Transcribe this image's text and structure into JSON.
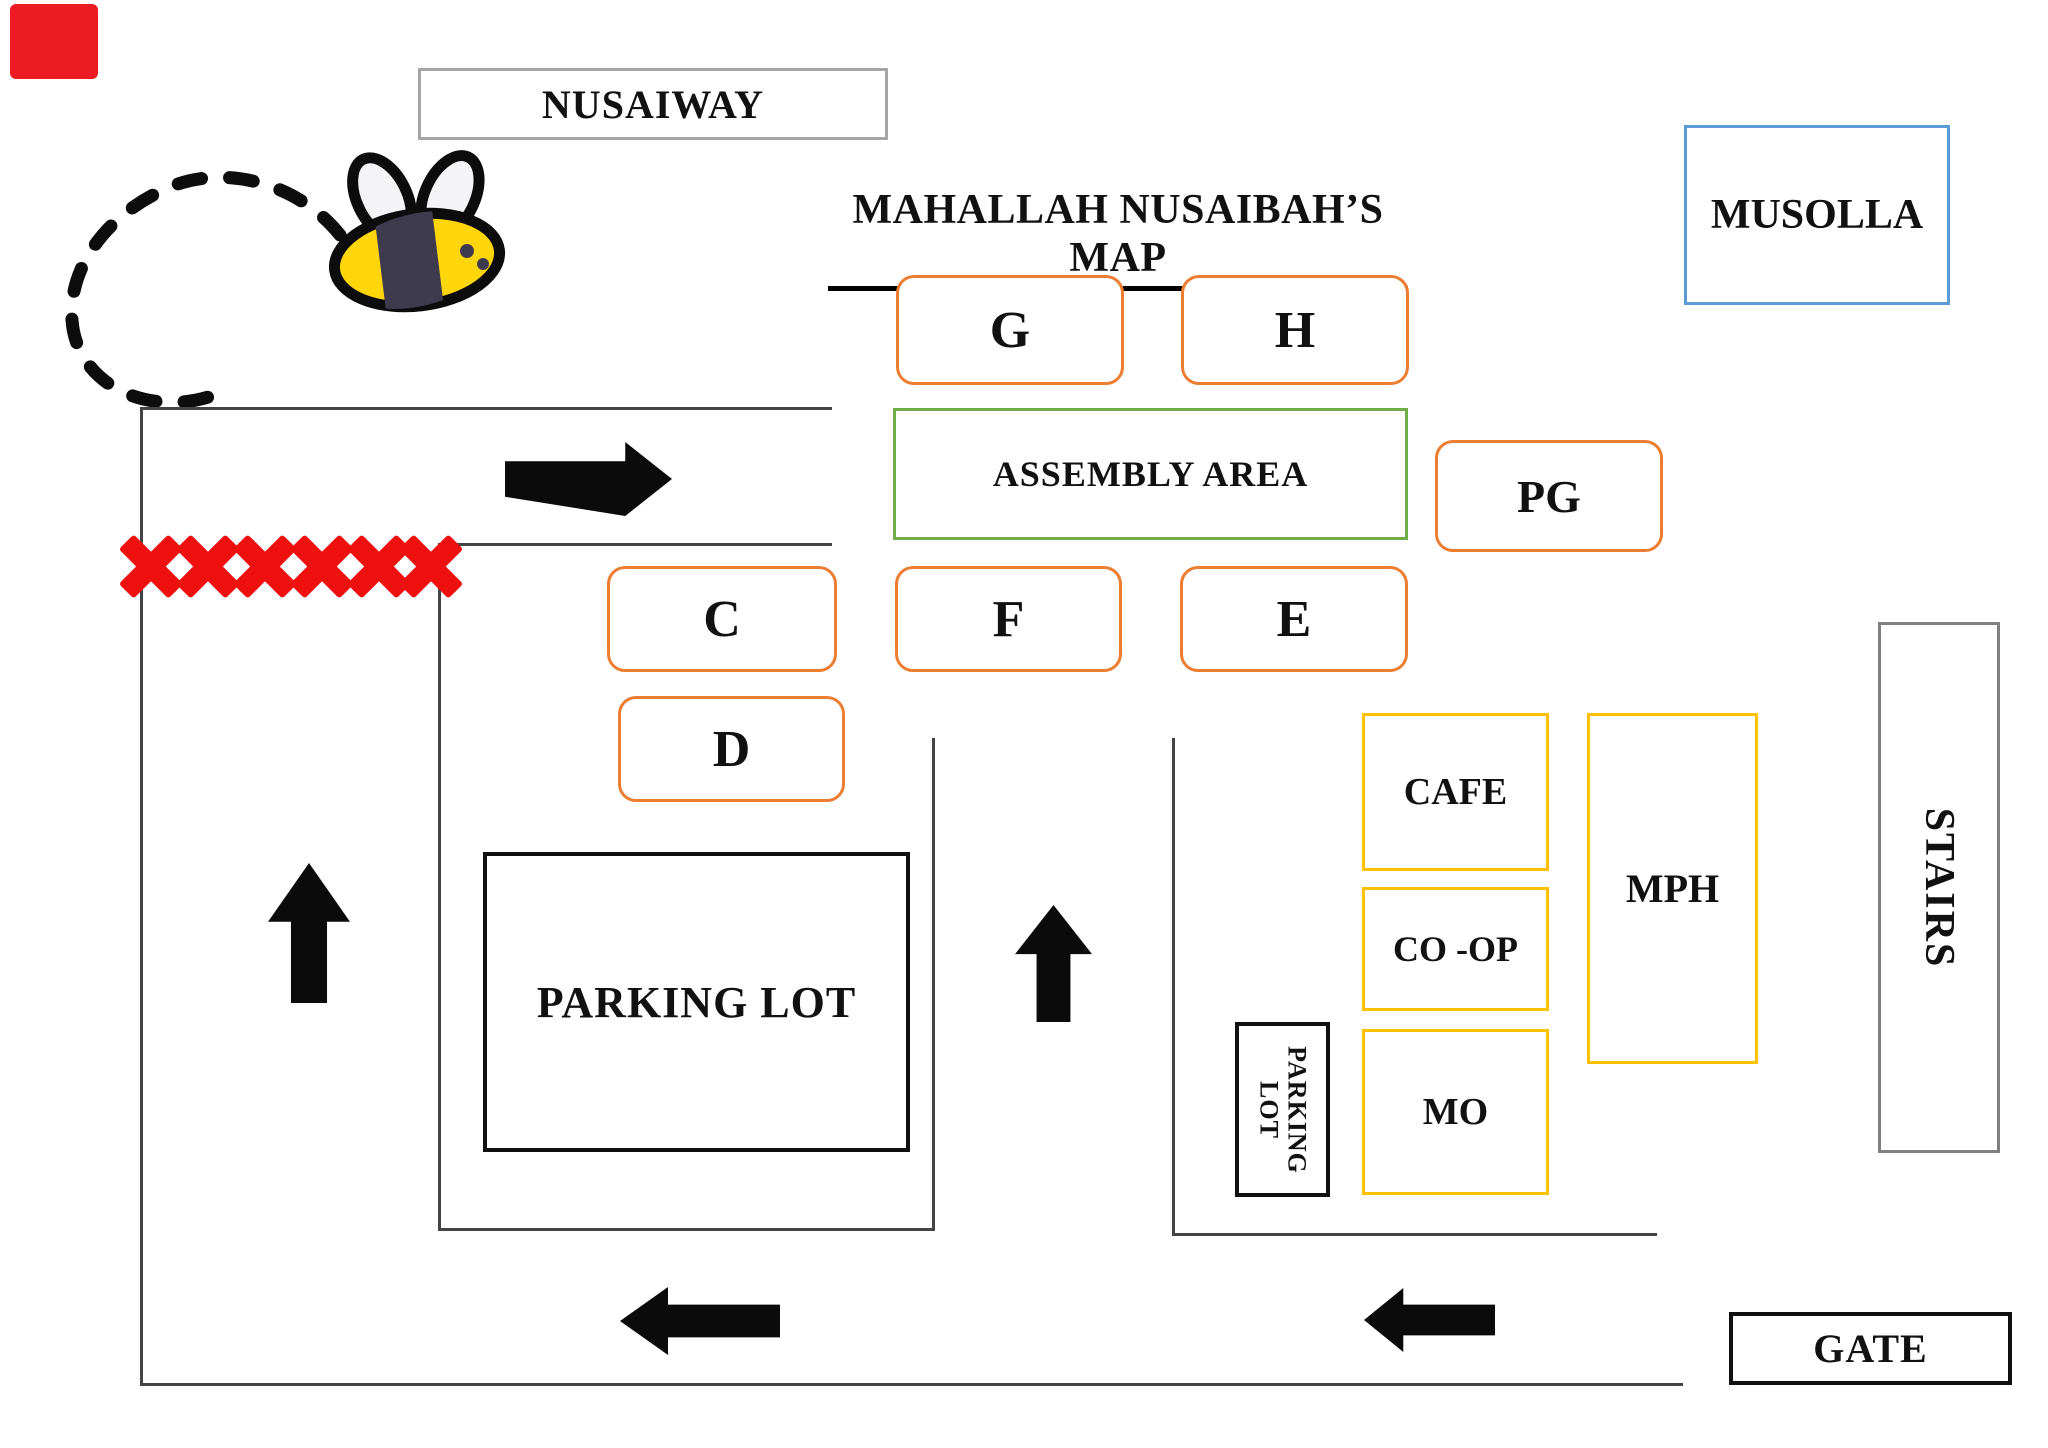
{
  "title": "MAHALLAH NUSAIBAH’S MAP",
  "street": {
    "label": "NUSAIWAY"
  },
  "buildings": {
    "musolla": "MUSOLLA",
    "g": "G",
    "h": "H",
    "assembly_area": "ASSEMBLY AREA",
    "pg": "PG",
    "c": "C",
    "f": "F",
    "e": "E",
    "d": "D",
    "parking_lot_main": "PARKING LOT",
    "cafe": "CAFE",
    "coop": "CO -OP",
    "mo": "MO",
    "mph": "MPH",
    "parking_lot_small_line1": "PARKING",
    "parking_lot_small_line2": "LOT",
    "stairs": "STAIRS",
    "gate": "GATE"
  },
  "blocked_route": {
    "symbol": "X",
    "count": 6,
    "color": "#EE0F0F"
  },
  "icons": {
    "bee": "bee-icon",
    "flight_path": "dashed-flight-path",
    "arrow_right": "right-arrow",
    "arrow_up": "up-arrow",
    "arrow_left": "left-arrow"
  },
  "colors": {
    "block_border_orange": "#ED7D31",
    "assembly_green": "#70AD47",
    "shop_gold": "#FFC000",
    "musolla_blue": "#5B9BD5",
    "street_gray": "#A6A6A6",
    "stairs_gray": "#808080",
    "road_line": "#444444",
    "blocked_red": "#EE0F0F",
    "marker_red": "#ED1C24",
    "bee_yellow": "#FFD60A",
    "bee_dark": "#3E3B4E",
    "arrow_black": "#0B0B0B"
  }
}
